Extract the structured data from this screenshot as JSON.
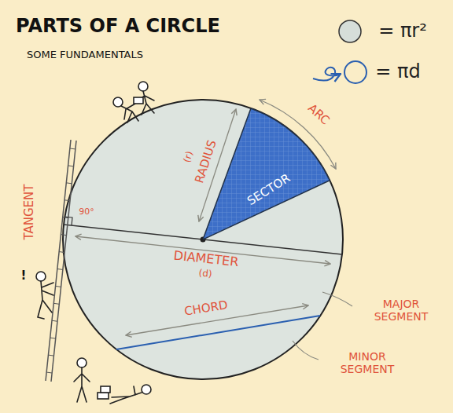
{
  "diagram": {
    "title": "PARTS OF A CIRCLE",
    "nodes": [
      {
        "text": [
          "SECTOR"
        ]
      }
    ],
    "labels": [
      "SOME FUNDAMENTALS",
      "= πr²",
      "= πd",
      "TANGENT",
      "90°",
      "!",
      "RADIUS",
      "(r)",
      "ARC",
      "DIAMETER",
      "(d)",
      "CHORD",
      "MAJOR SEGMENT",
      "MINOR SEGMENT"
    ]
  }
}
